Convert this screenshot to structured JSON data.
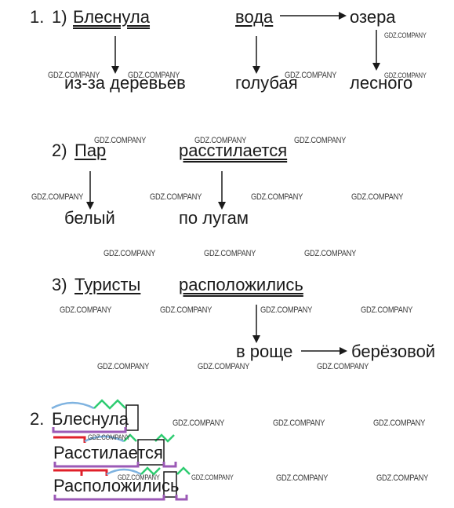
{
  "watermark": "GDZ.COMPANY",
  "task1": {
    "number": "1.",
    "sentences": [
      {
        "label": "1)",
        "subject": "Блеснула",
        "predicate": "вода",
        "dependent_of_predicate_right": "озера",
        "dependent_of_subject": "из-за деревьев",
        "dependent_of_predicate": "голубая",
        "dependent_of_right": "лесного"
      },
      {
        "label": "2)",
        "subject": "Пар",
        "predicate": "расстилается",
        "dependent_of_subject": "белый",
        "dependent_of_predicate": "по лугам"
      },
      {
        "label": "3)",
        "subject": "Туристы",
        "predicate": "расположились",
        "dependent_of_predicate": "в роще",
        "dependent_of_dependent": "берёзовой"
      }
    ]
  },
  "task2": {
    "number": "2.",
    "words": [
      "Блеснула",
      "Расстилается",
      "Расположились"
    ]
  },
  "colors": {
    "text": "#1a1a1a",
    "prefix_red": "#e0202a",
    "root_blue": "#7fb3e0",
    "suffix_green": "#2ecc71",
    "base_purple": "#9b59b6",
    "ending_box": "#1a1a1a"
  }
}
